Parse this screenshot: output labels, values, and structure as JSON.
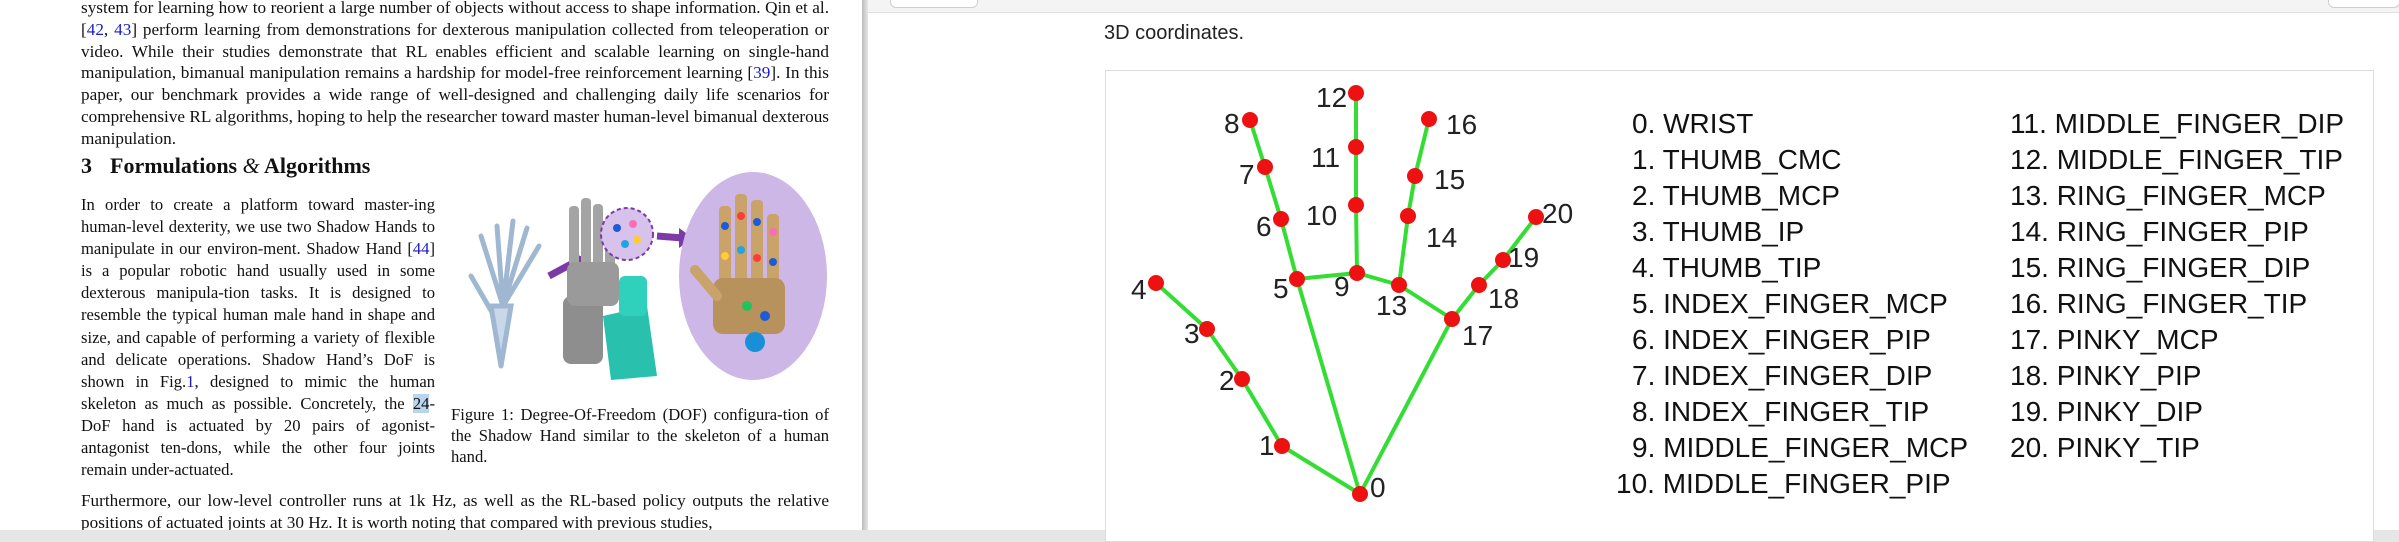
{
  "pdf": {
    "para_top": {
      "line1": "system for learning how to reorient a large number of objects without access to shape information.",
      "qin": "Qin et al. [",
      "cite_a": "42",
      "cite_sep": ", ",
      "cite_b": "43",
      "qin_rest": "] perform learning from demonstrations for dexterous manipulation collected from teleoperation or video. While their studies demonstrate that RL enables efficient and scalable learning on single-hand manipulation, bimanual manipulation remains a hardship for model-free reinforcement learning [",
      "cite_c": "39",
      "rest": "]. In this paper, our benchmark provides a wide range of well-designed and challenging daily life scenarios for comprehensive RL algorithms, hoping to help the researcher toward master human-level bimanual dexterous manipulation."
    },
    "section": {
      "number": "3",
      "title_a": "Formulations",
      "amp": "&",
      "title_b": "Algorithms"
    },
    "para_formulation": {
      "a": "In order to create a platform toward master-ing human-level dexterity, we use two Shadow Hands to manipulate in our environ-ment. Shadow Hand [",
      "cite": "44",
      "b": "] is a popular robotic hand usually used in some dexterous manipula-tion tasks. It is designed to resemble the typical human male hand in shape and size, and capable of performing a variety of flexible and delicate operations. Shadow Hand’s DoF is shown in Fig.",
      "fig": "1",
      "c": ", designed to mimic the human skeleton as much as possible. Concretely, the ",
      "highlight": "24",
      "d": "-DoF hand is actuated by 20 pairs of agonist-antagonist ten-dons, while the other four joints remain under-actuated."
    },
    "figure_caption": "Figure 1: Degree-Of-Freedom (DOF) configura-tion of the Shadow Hand similar to the skeleton of a human hand.",
    "para_bottom": "Furthermore, our low-level controller runs at 1k Hz, as well as the RL-based policy outputs the relative positions of actuated joints at 30 Hz. It is worth noting that compared with previous studies,"
  },
  "web": {
    "cut_line_text": "3D coordinates.",
    "landmarks": [
      "0. WRIST",
      "1. THUMB_CMC",
      "2. THUMB_MCP",
      "3. THUMB_IP",
      "4. THUMB_TIP",
      "5. INDEX_FINGER_MCP",
      "6. INDEX_FINGER_PIP",
      "7. INDEX_FINGER_DIP",
      "8. INDEX_FINGER_TIP",
      "9. MIDDLE_FINGER_MCP",
      "10. MIDDLE_FINGER_PIP",
      "11. MIDDLE_FINGER_DIP",
      "12. MIDDLE_FINGER_TIP",
      "13. RING_FINGER_MCP",
      "14. RING_FINGER_PIP",
      "15. RING_FINGER_DIP",
      "16. RING_FINGER_TIP",
      "17. PINKY_MCP",
      "18. PINKY_PIP",
      "19. PINKY_DIP",
      "20. PINKY_TIP"
    ],
    "keypoint_labels": [
      "0",
      "1",
      "2",
      "3",
      "4",
      "5",
      "6",
      "7",
      "8",
      "9",
      "10",
      "11",
      "12",
      "13",
      "14",
      "15",
      "16",
      "17",
      "18",
      "19",
      "20"
    ],
    "colors": {
      "bone": "#33dd33",
      "joint": "#ee1111"
    }
  }
}
